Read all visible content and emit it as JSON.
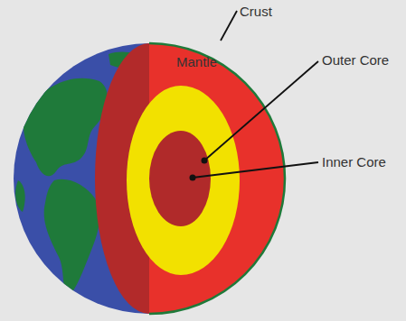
{
  "diagram": {
    "labels": [
      "Crust",
      "Mantle",
      "Outer Core",
      "Inner Core"
    ]
  }
}
